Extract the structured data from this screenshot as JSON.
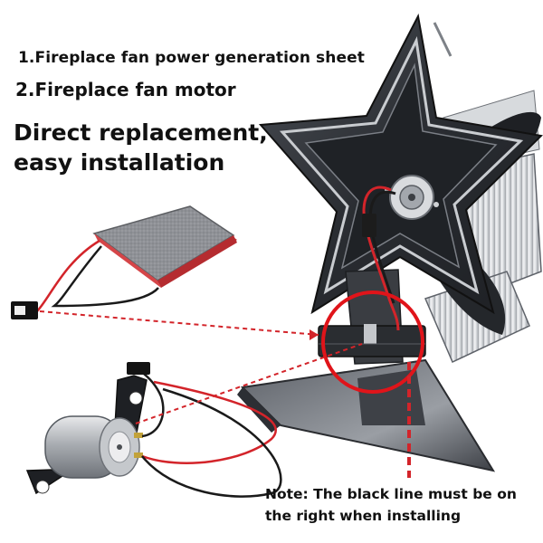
{
  "labels": {
    "item_1": "1.Fireplace fan power generation sheet",
    "item_2": "2.Fireplace fan motor",
    "headline_line_1": "Direct replacement,",
    "headline_line_2": "easy installation",
    "note_line_1": "Note: The black line must be on",
    "note_line_2": "the right when installing"
  },
  "colors": {
    "background": "#ffffff",
    "text": "#111111",
    "fan_metal": "#2b2e33",
    "highlight_circle": "#e0141a",
    "wire_red": "#d3242a",
    "wire_black": "#1a1a1a",
    "peltier_sheet": "#8f9196"
  },
  "icons": {
    "fan": "star-blade-fireplace-fan",
    "sheet": "thermoelectric-sheet",
    "motor": "dc-motor"
  }
}
